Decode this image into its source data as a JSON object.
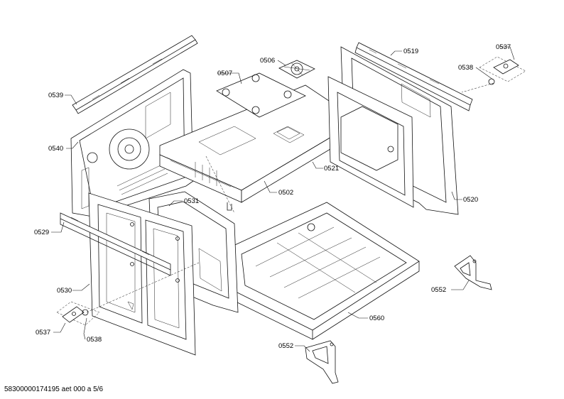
{
  "parts": [
    {
      "id": "0506"
    },
    {
      "id": "0507"
    },
    {
      "id": "0519"
    },
    {
      "id": "0537"
    },
    {
      "id": "0538"
    },
    {
      "id": "0539"
    },
    {
      "id": "0540"
    },
    {
      "id": "0521"
    },
    {
      "id": "0502"
    },
    {
      "id": "0520"
    },
    {
      "id": "0531"
    },
    {
      "id": "0529"
    },
    {
      "id": "0530"
    },
    {
      "id": "0552"
    },
    {
      "id": "0560"
    },
    {
      "id": "0537"
    },
    {
      "id": "0538"
    },
    {
      "id": "0552"
    }
  ],
  "footer": "58300000174195 aet 000 a 5/6"
}
